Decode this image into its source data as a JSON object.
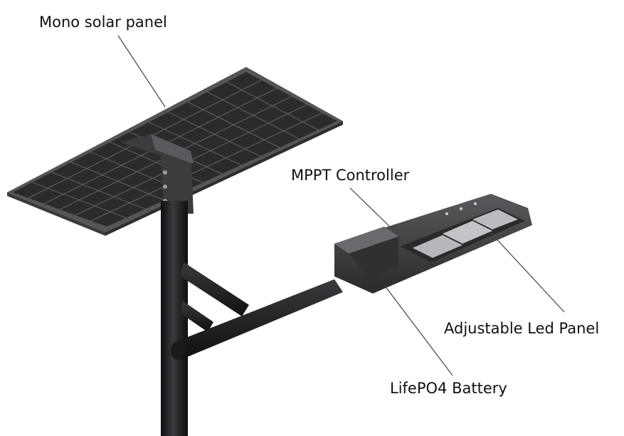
{
  "labels": {
    "solar_panel": "Mono solar panel",
    "mppt_controller": "MPPT Controller",
    "led_panel": "Adjustable Led Panel",
    "battery": "LifePO4 Battery"
  },
  "colors": {
    "background": "#ffffff",
    "pole": "#1c1c1e",
    "panel_frame": "#4a4a4c",
    "panel_cells": "#2b2b2e",
    "cell_grid": "#7a7a80",
    "lamp_body": "#3a3a3c",
    "led_chip": "#b8b8bc",
    "leader_line": "#444444",
    "text": "#111111"
  }
}
